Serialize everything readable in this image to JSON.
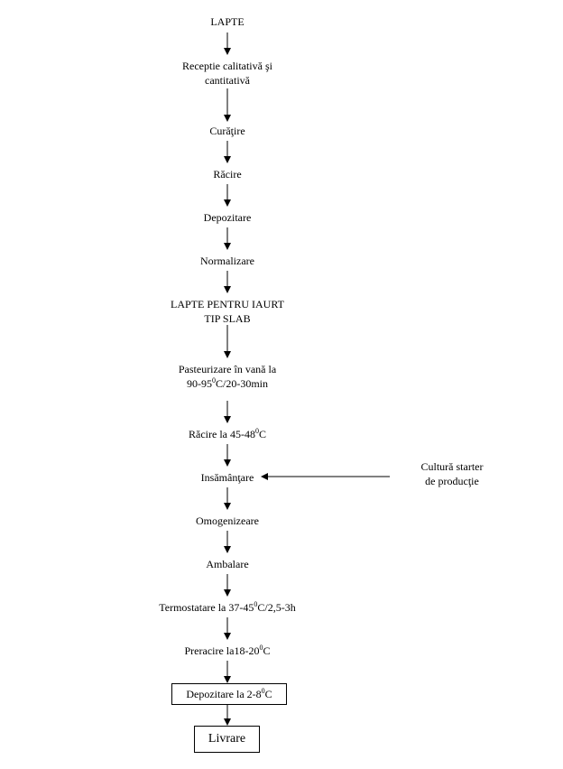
{
  "steps": [
    {
      "id": "lapte",
      "text": "LAPTE"
    },
    {
      "id": "receptie",
      "line1": "Receptie calitativă şi",
      "line2": "cantitativă"
    },
    {
      "id": "curatire",
      "text": "Curăţire"
    },
    {
      "id": "racire",
      "text": "Răcire"
    },
    {
      "id": "depozitare",
      "text": "Depozitare"
    },
    {
      "id": "normalizare",
      "text": "Normalizare"
    },
    {
      "id": "lapte-iaurt",
      "line1": "LAPTE PENTRU IAURT",
      "line2": "TIP SLAB"
    },
    {
      "id": "pasteurizare",
      "line1": "Pasteurizare în vană la",
      "line2_pre": "90-95",
      "line2_sup": "0",
      "line2_post": "C/20-30min"
    },
    {
      "id": "racire-45",
      "pre": "Răcire la 45-48",
      "sup": "0",
      "post": "C"
    },
    {
      "id": "insamantare",
      "text": "Insămânţare"
    },
    {
      "id": "omogenizeare",
      "text": "Omogenizeare"
    },
    {
      "id": "ambalare",
      "text": "Ambalare"
    },
    {
      "id": "termostatare",
      "pre": "Termostatare la 37-45",
      "sup": "0",
      "post": "C/2,5-3h"
    },
    {
      "id": "preracire",
      "pre": "Preracire la18-20",
      "sup": "0",
      "post": "C"
    },
    {
      "id": "depozitare-2-8",
      "pre": "Depozitare la 2-8",
      "sup": "0",
      "post": "C"
    },
    {
      "id": "livrare",
      "text": "Livrare"
    }
  ],
  "side_input": {
    "line1": "Cultură starter",
    "line2": "de producţie"
  }
}
